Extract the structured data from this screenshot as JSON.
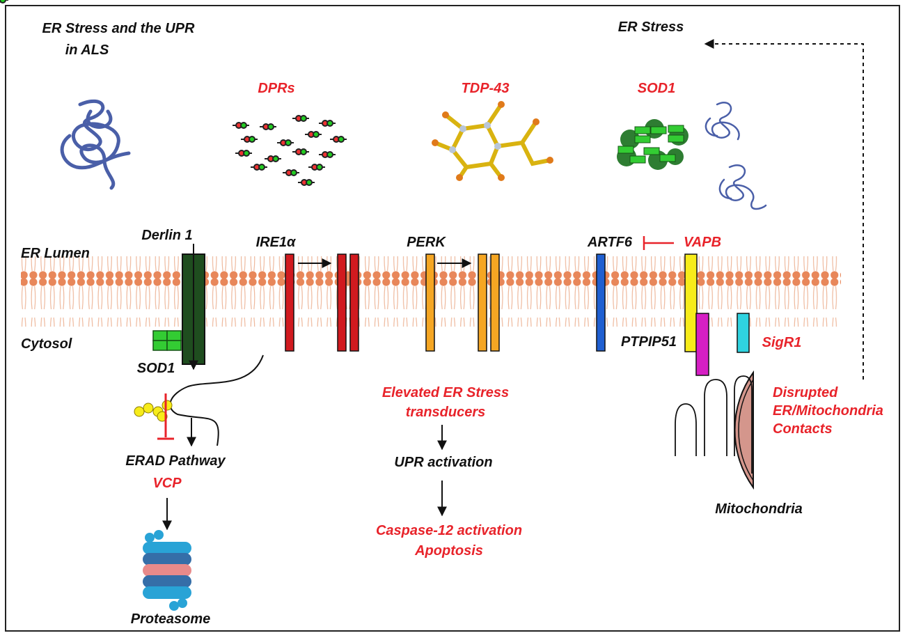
{
  "title": {
    "line1": "ER Stress and the UPR",
    "line2": "in ALS"
  },
  "top_labels": {
    "er_stress": "ER Stress",
    "dprs": "DPRs",
    "tdp43": "TDP-43",
    "sod1": "SOD1"
  },
  "compartments": {
    "lumen": "ER Lumen",
    "cytosol": "Cytosol"
  },
  "proteins": {
    "derlin": "Derlin 1",
    "ire1": "IRE1α",
    "perk": "PERK",
    "artf6": "ARTF6",
    "vapb": "VAPB",
    "ptpip51": "PTPIP51",
    "sigr1": "SigR1",
    "sod1_cyto": "SOD1"
  },
  "erad": {
    "pathway": "ERAD Pathway",
    "vcp": "VCP",
    "proteasome": "Proteasome"
  },
  "upr": {
    "elevated_line1": "Elevated ER Stress",
    "elevated_line2": "transducers",
    "activation": "UPR activation",
    "caspase_line1": "Caspase-12 activation",
    "caspase_line2": "Apoptosis"
  },
  "mito": {
    "disrupted_line1": "Disrupted",
    "disrupted_line2": "ER/Mitochondria",
    "disrupted_line3": "Contacts",
    "label": "Mitochondria"
  },
  "colors": {
    "red_text": "#e8232a",
    "lipid": "#e8875a",
    "derlin": "#1f4d1f",
    "ire1": "#d11a1f",
    "perk": "#f5a623",
    "artf6": "#1f5fd1",
    "vapb": "#f7ec1a",
    "ptpip51": "#d61fc4",
    "sigr1": "#2fd3e0",
    "mito": "#d4968c",
    "misfolded": "#4a5fa8"
  }
}
